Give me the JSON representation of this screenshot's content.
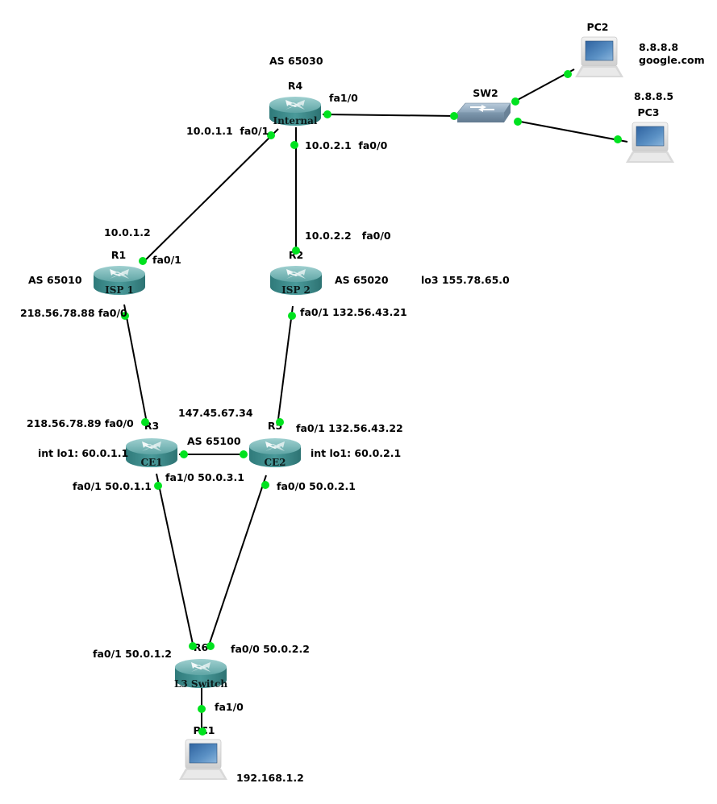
{
  "diagram": {
    "type": "network-topology",
    "colors": {
      "router_body": "#3b8c8c",
      "router_top": "#7fbcbc",
      "switch_body": "#7d97ad",
      "pc_screen": "#3f78ad",
      "port": "#00e21f",
      "link": "#000000"
    },
    "as_labels": {
      "as65030": "AS 65030",
      "as65010": "AS 65010",
      "as65020": "AS 65020",
      "as65100": "AS 65100"
    },
    "nodes": [
      {
        "id": "R4",
        "name": "R4",
        "kind": "router",
        "label": "Internal"
      },
      {
        "id": "R1",
        "name": "R1",
        "kind": "router",
        "label": "ISP 1"
      },
      {
        "id": "R2",
        "name": "R2",
        "kind": "router",
        "label": "ISP 2"
      },
      {
        "id": "R3",
        "name": "R3",
        "kind": "router",
        "label": "CE1"
      },
      {
        "id": "R5",
        "name": "R5",
        "kind": "router",
        "label": "CE2"
      },
      {
        "id": "R6",
        "name": "R6",
        "kind": "router",
        "label": "L3 Switch"
      },
      {
        "id": "SW2",
        "name": "SW2",
        "kind": "switch",
        "label": ""
      },
      {
        "id": "PC1",
        "name": "PC1",
        "kind": "pc",
        "label": ""
      },
      {
        "id": "PC2",
        "name": "PC2",
        "kind": "pc",
        "label": ""
      },
      {
        "id": "PC3",
        "name": "PC3",
        "kind": "pc",
        "label": ""
      }
    ],
    "links": [
      {
        "from": "R4",
        "to": "R1"
      },
      {
        "from": "R4",
        "to": "R2"
      },
      {
        "from": "R4",
        "to": "SW2"
      },
      {
        "from": "SW2",
        "to": "PC2"
      },
      {
        "from": "SW2",
        "to": "PC3"
      },
      {
        "from": "R1",
        "to": "R3"
      },
      {
        "from": "R2",
        "to": "R5"
      },
      {
        "from": "R3",
        "to": "R5"
      },
      {
        "from": "R3",
        "to": "R6"
      },
      {
        "from": "R5",
        "to": "R6"
      },
      {
        "from": "R6",
        "to": "PC1"
      }
    ],
    "annotations": {
      "r4_fa10": "fa1/0",
      "r4_fa01": "10.0.1.1  fa0/1",
      "r4_fa00": "10.0.2.1  fa0/0",
      "r1_ip": "10.0.1.2",
      "r1_fa01": "fa0/1",
      "r1_fa00": "218.56.78.88 fa0/0",
      "r2_fa00": "10.0.2.2   fa0/0",
      "r2_lo3": "lo3 155.78.65.0",
      "r2_fa01": "fa0/1 132.56.43.21",
      "r3_fa00": "218.56.78.89 fa0/0",
      "r3_lo1": "int lo1: 60.0.1.1",
      "r3_fa01": "fa0/1 50.0.1.1",
      "r3_fa10": "fa1/0 50.0.3.1",
      "ce_link_ip": "147.45.67.34",
      "r5_fa01": "fa0/1 132.56.43.22",
      "r5_lo1": "int lo1: 60.0.2.1",
      "r5_fa00": "fa0/0 50.0.2.1",
      "r6_fa01": "fa0/1 50.0.1.2",
      "r6_fa00": "fa0/0 50.0.2.2",
      "r6_fa10": "fa1/0",
      "pc1_ip": "192.168.1.2",
      "pc2_ip": "8.8.8.8",
      "pc2_dns": "google.com",
      "pc3_ip": "8.8.8.5"
    }
  }
}
